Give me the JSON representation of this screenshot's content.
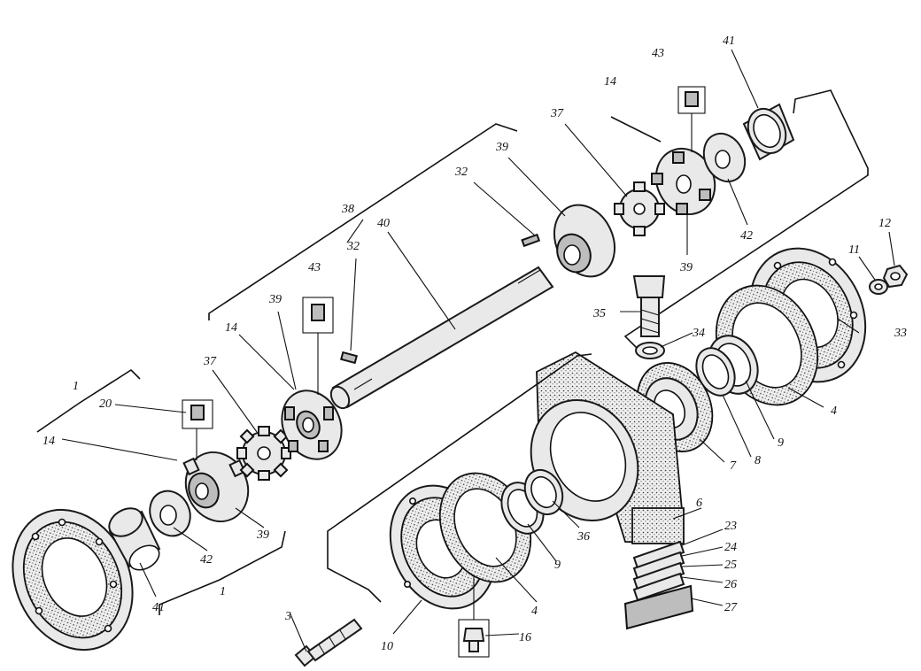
{
  "labels": [
    {
      "id": "l1",
      "text": "1"
    },
    {
      "id": "l1b",
      "text": "1"
    },
    {
      "id": "l3",
      "text": "3"
    },
    {
      "id": "l4a",
      "text": "4"
    },
    {
      "id": "l4b",
      "text": "4"
    },
    {
      "id": "l6",
      "text": "6"
    },
    {
      "id": "l7",
      "text": "7"
    },
    {
      "id": "l8",
      "text": "8"
    },
    {
      "id": "l9a",
      "text": "9"
    },
    {
      "id": "l9b",
      "text": "9"
    },
    {
      "id": "l10",
      "text": "10"
    },
    {
      "id": "l11",
      "text": "11"
    },
    {
      "id": "l12",
      "text": "12"
    },
    {
      "id": "l14a",
      "text": "14"
    },
    {
      "id": "l14b",
      "text": "14"
    },
    {
      "id": "l14c",
      "text": "14"
    },
    {
      "id": "l16",
      "text": "16"
    },
    {
      "id": "l20",
      "text": "20"
    },
    {
      "id": "l23",
      "text": "23"
    },
    {
      "id": "l24",
      "text": "24"
    },
    {
      "id": "l25",
      "text": "25"
    },
    {
      "id": "l26",
      "text": "26"
    },
    {
      "id": "l27",
      "text": "27"
    },
    {
      "id": "l32a",
      "text": "32"
    },
    {
      "id": "l32b",
      "text": "32"
    },
    {
      "id": "l33",
      "text": "33"
    },
    {
      "id": "l34",
      "text": "34"
    },
    {
      "id": "l35",
      "text": "35"
    },
    {
      "id": "l36",
      "text": "36"
    },
    {
      "id": "l37a",
      "text": "37"
    },
    {
      "id": "l37b",
      "text": "37"
    },
    {
      "id": "l38",
      "text": "38"
    },
    {
      "id": "l39a",
      "text": "39"
    },
    {
      "id": "l39b",
      "text": "39"
    },
    {
      "id": "l39c",
      "text": "39"
    },
    {
      "id": "l39d",
      "text": "39"
    },
    {
      "id": "l40",
      "text": "40"
    },
    {
      "id": "l41a",
      "text": "41"
    },
    {
      "id": "l41b",
      "text": "41"
    },
    {
      "id": "l42a",
      "text": "42"
    },
    {
      "id": "l42b",
      "text": "42"
    },
    {
      "id": "l43a",
      "text": "43"
    },
    {
      "id": "l43b",
      "text": "43"
    }
  ]
}
